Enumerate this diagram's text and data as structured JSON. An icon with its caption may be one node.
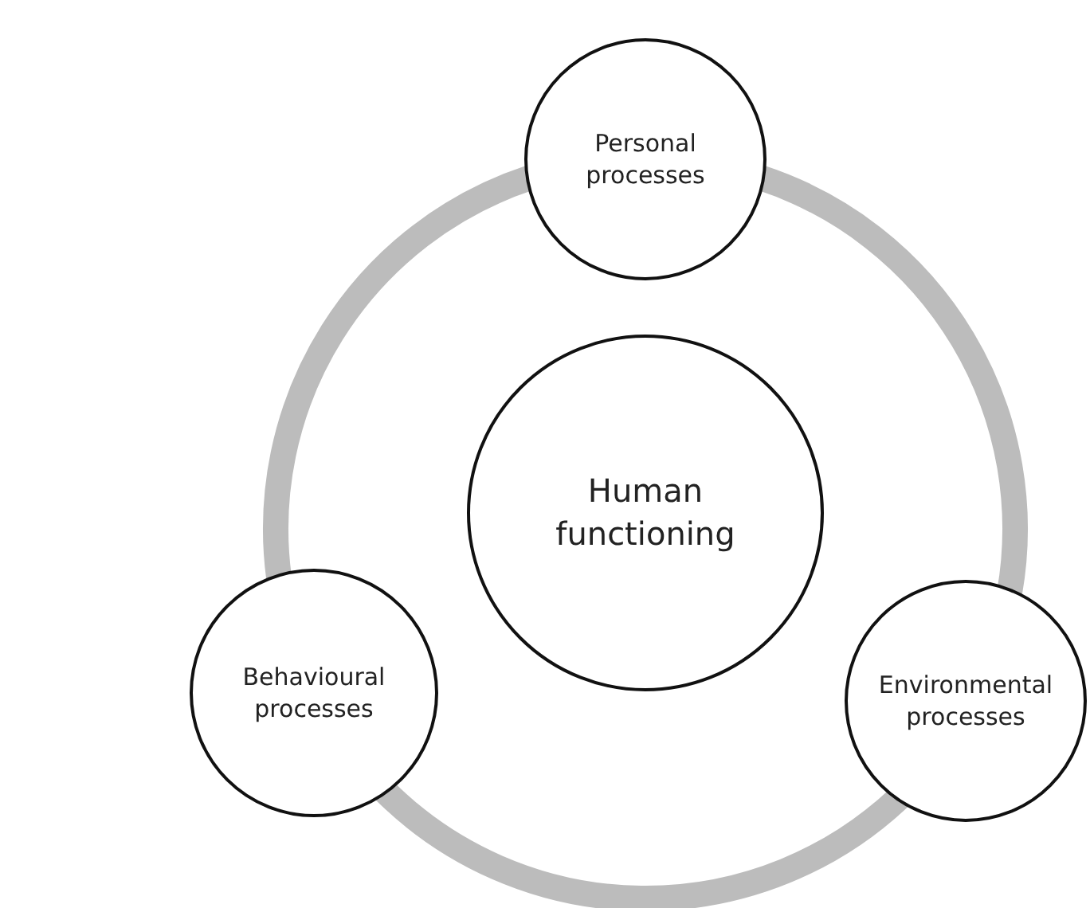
{
  "diagram": {
    "nodes": [
      {
        "text": [
          "Personal processes"
        ]
      },
      {
        "text": [
          "Human functioning"
        ]
      },
      {
        "text": [
          "Behavioural processes"
        ]
      },
      {
        "text": [
          "Environmental processes"
        ]
      }
    ],
    "edges": [
      {
        "from": 0,
        "to": 3,
        "arrow": "none"
      },
      {
        "from": 3,
        "to": 2,
        "arrow": "none"
      },
      {
        "from": 2,
        "to": 0,
        "arrow": "none"
      }
    ]
  }
}
